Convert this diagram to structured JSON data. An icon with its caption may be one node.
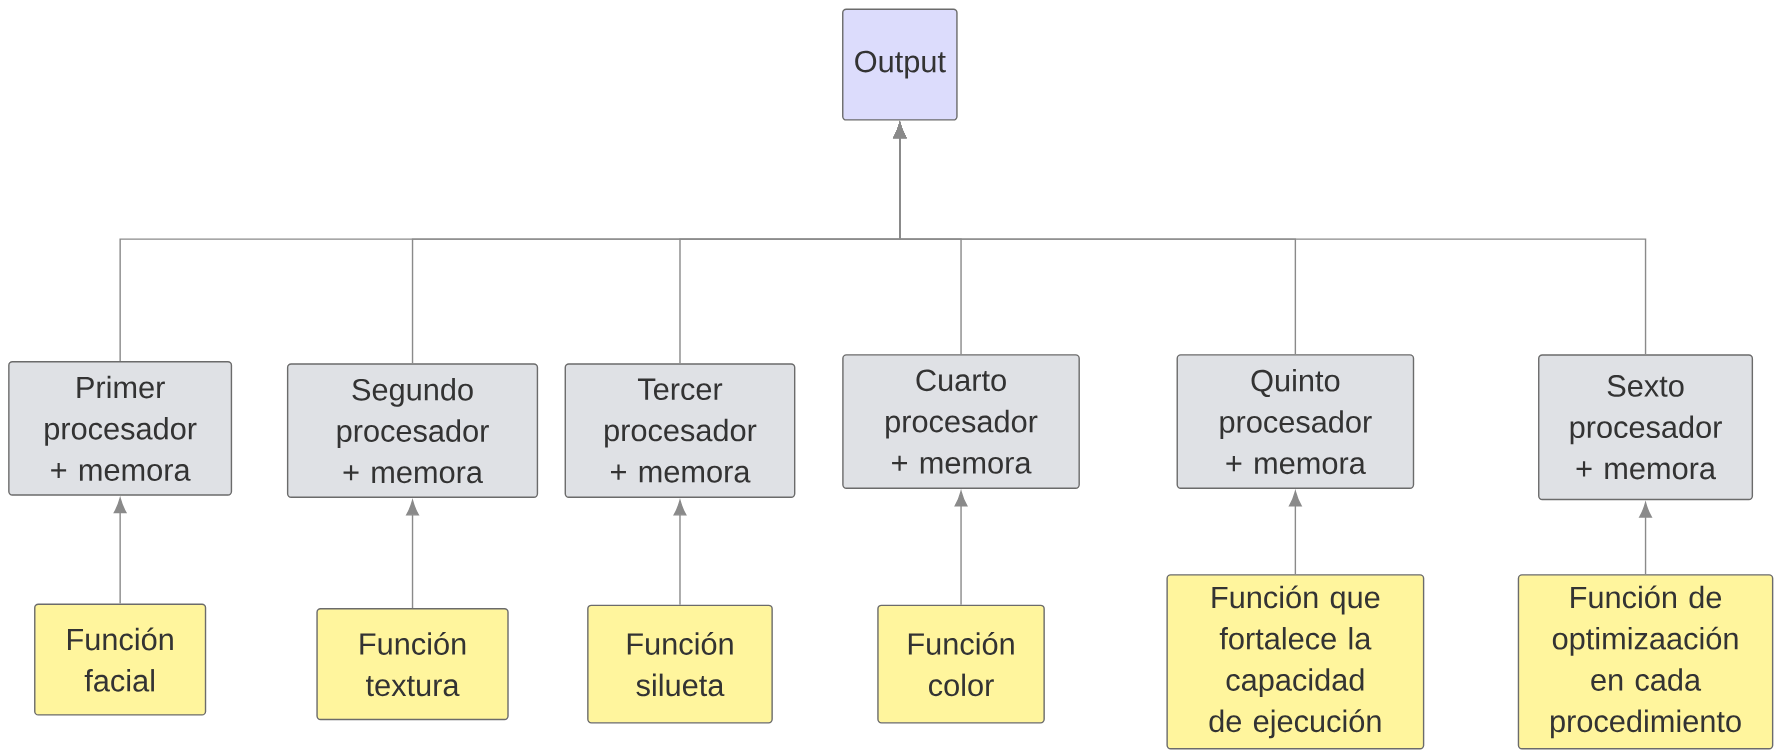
{
  "diagram": {
    "nodes": [
      {
        "text": [
          "Output"
        ]
      },
      {
        "text": [
          "Primer procesador + memora"
        ]
      },
      {
        "text": [
          "Segundo procesador + memora"
        ]
      },
      {
        "text": [
          "Tercer procesador + memora"
        ]
      },
      {
        "text": [
          "Cuarto procesador + memora"
        ]
      },
      {
        "text": [
          "Quinto procesador + memora"
        ]
      },
      {
        "text": [
          "Sexto procesador + memora"
        ]
      },
      {
        "text": [
          "Función facial"
        ]
      },
      {
        "text": [
          "Función textura"
        ]
      },
      {
        "text": [
          "Función silueta"
        ]
      },
      {
        "text": [
          "Función color"
        ]
      },
      {
        "text": [
          "Función que fortalece la capacidad de ejecución"
        ]
      },
      {
        "text": [
          "Función de optimizaación en cada procedimiento"
        ]
      }
    ],
    "edges": [
      {
        "from": 1,
        "to": 0,
        "arrow": "to"
      },
      {
        "from": 2,
        "to": 0,
        "arrow": "to"
      },
      {
        "from": 3,
        "to": 0,
        "arrow": "to"
      },
      {
        "from": 4,
        "to": 0,
        "arrow": "to"
      },
      {
        "from": 5,
        "to": 0,
        "arrow": "to"
      },
      {
        "from": 6,
        "to": 0,
        "arrow": "to"
      },
      {
        "from": 7,
        "to": 1,
        "arrow": "to"
      },
      {
        "from": 8,
        "to": 2,
        "arrow": "to"
      },
      {
        "from": 9,
        "to": 3,
        "arrow": "to"
      },
      {
        "from": 10,
        "to": 4,
        "arrow": "to"
      },
      {
        "from": 11,
        "to": 5,
        "arrow": "to"
      },
      {
        "from": 12,
        "to": 6,
        "arrow": "to"
      }
    ]
  }
}
